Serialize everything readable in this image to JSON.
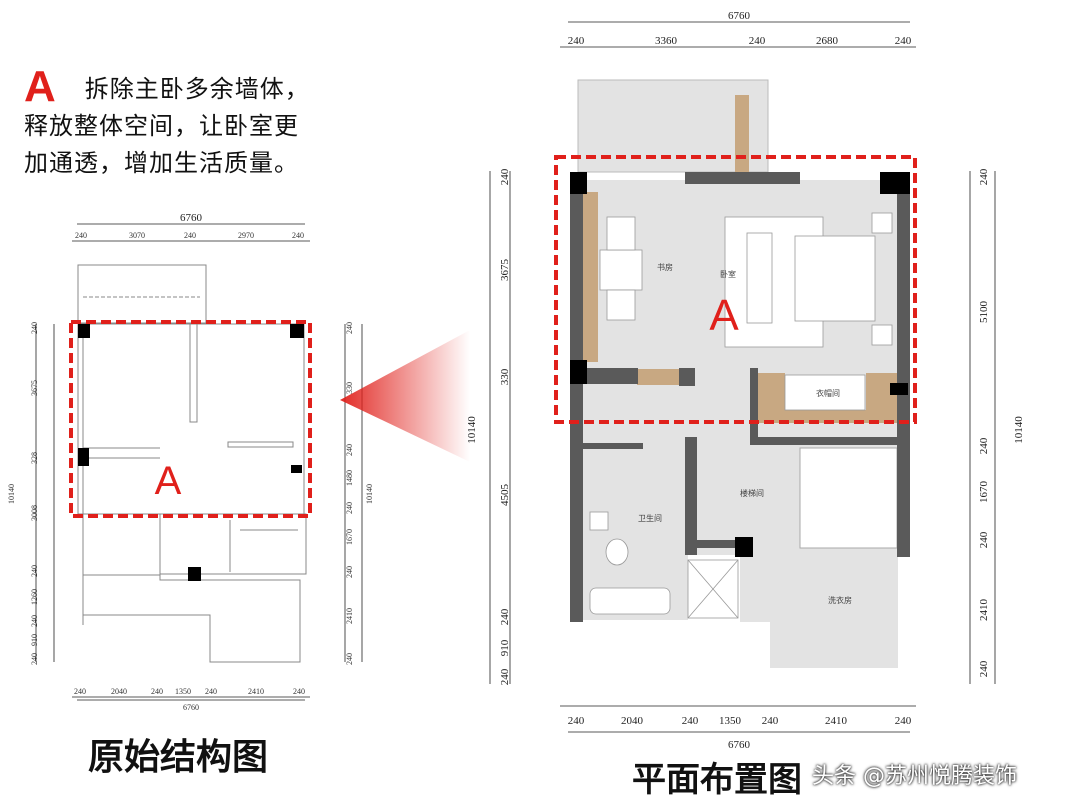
{
  "annotation": {
    "marker": "A",
    "text_lines": [
      "拆除主卧多余墙体，",
      "释放整体空间，让卧室更",
      "加通透，增加生活质量。"
    ]
  },
  "colors": {
    "highlight": "#e0201b",
    "wall": "#5a5a5a",
    "column": "#000000",
    "floor": "#e3e3e3",
    "cabinet": "#c8a882"
  },
  "original_plan": {
    "caption": "原始结构图",
    "top_total": "6760",
    "top_dims": [
      "240",
      "3070",
      "240",
      "2970",
      "240"
    ],
    "left_total": "10140",
    "left_dims": [
      "240",
      "3675",
      "328",
      "3008",
      "240",
      "1260",
      "240",
      "910",
      "240"
    ],
    "right_total": "10140",
    "right_dims": [
      "240",
      "330",
      "240",
      "1480",
      "240",
      "1670",
      "240",
      "2410",
      "240"
    ],
    "bottom_dims": [
      "240",
      "2040",
      "240",
      "1350",
      "240",
      "2410",
      "240"
    ],
    "bottom_total": "6760",
    "area_marker": "A"
  },
  "layout_plan": {
    "caption": "平面布置图",
    "top_total": "6760",
    "top_dims": [
      "240",
      "3360",
      "240",
      "2680",
      "240"
    ],
    "left_total": "10140",
    "left_dims": [
      "240",
      "3675",
      "330",
      "4505",
      "240",
      "910",
      "240"
    ],
    "right_total": "10140",
    "right_dims": [
      "240",
      "5100",
      "240",
      "1670",
      "240",
      "2410",
      "240"
    ],
    "bottom_dims": [
      "240",
      "2040",
      "240",
      "1350",
      "240",
      "2410",
      "240"
    ],
    "bottom_total": "6760",
    "area_marker": "A",
    "rooms": {
      "study": "书房",
      "bedroom": "卧室",
      "closet": "衣帽间",
      "bathroom": "卫生间",
      "stairs": "楼梯间",
      "laundry": "洗衣房"
    }
  },
  "watermark": "头条 @苏州悦腾装饰"
}
